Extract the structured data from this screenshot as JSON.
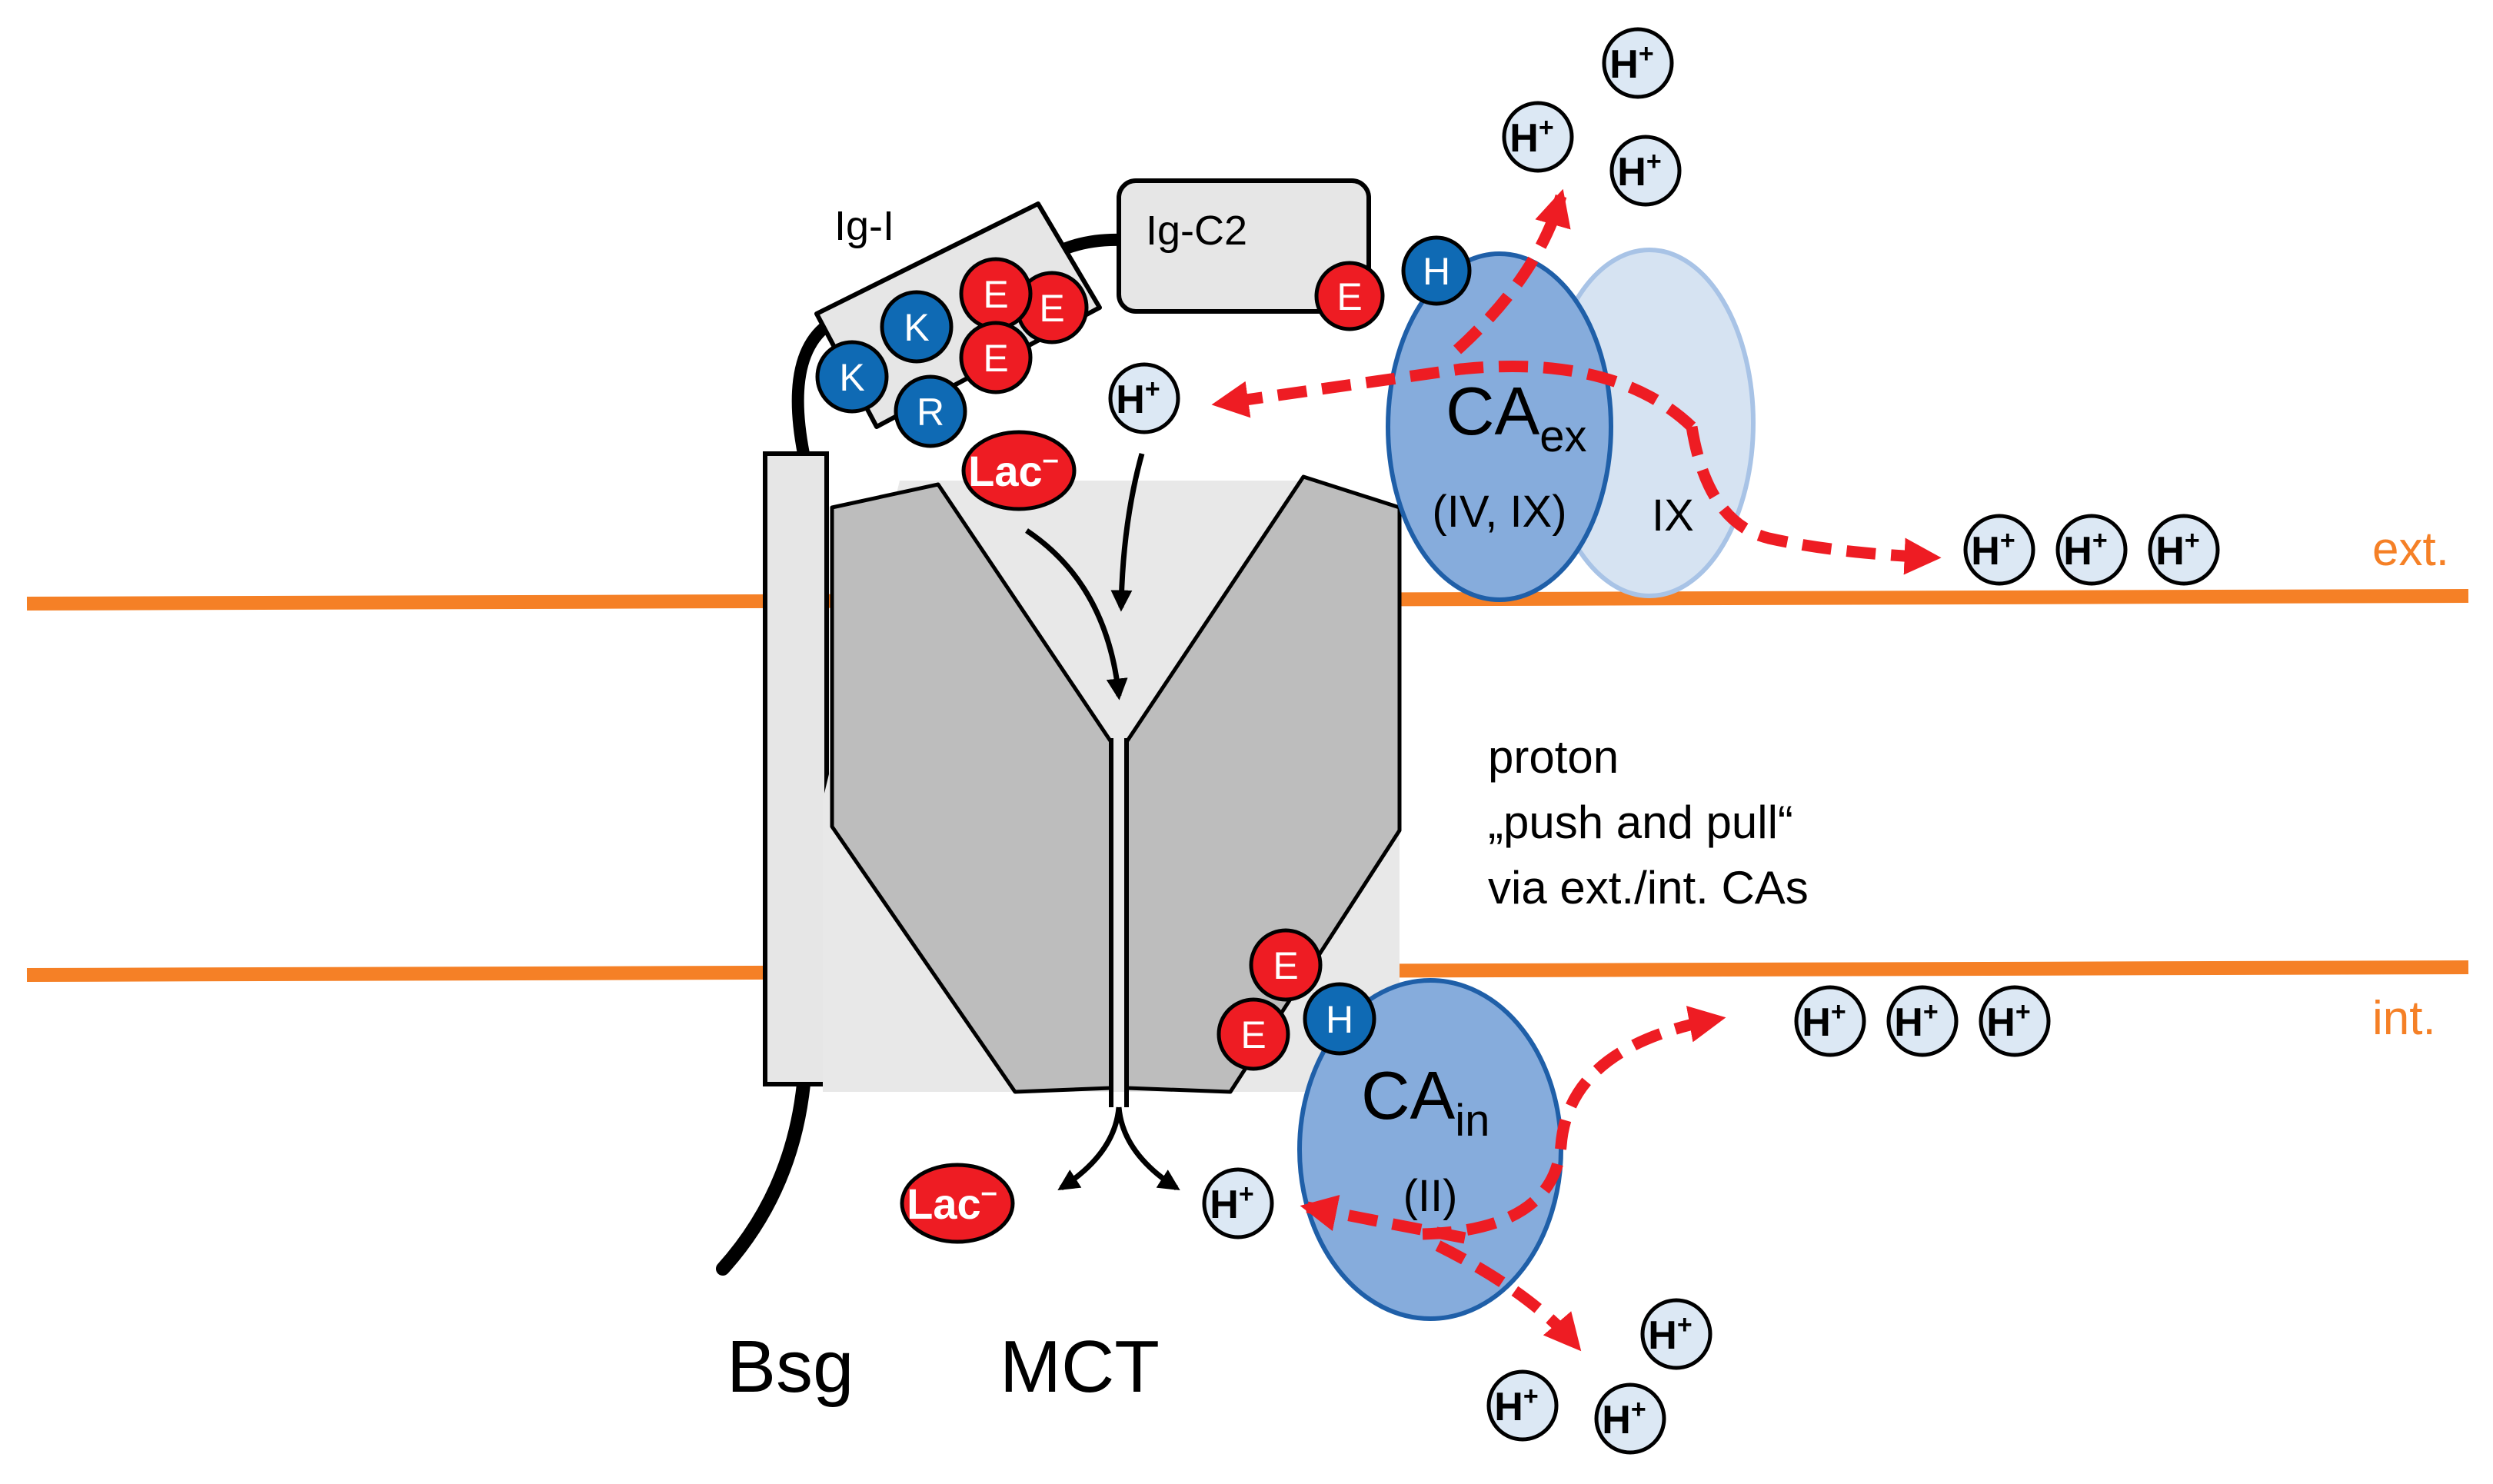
{
  "colors": {
    "membrane": "#f58026",
    "residue_acidic": "#ee1c23",
    "residue_basic": "#0f6ab4",
    "proton_fill": "#dce8f4",
    "ca_fill": "#86acdc",
    "ca_stroke": "#1f5fa8",
    "ca_ix_fill": "#d6e3f2",
    "ca_ix_stroke": "#a8c3e6",
    "mct_fill": "#bdbdbd",
    "bsg_fill": "#e6e6e6",
    "flow_arrow": "#ee1c23"
  },
  "labels": {
    "ext": "ext.",
    "int": "int.",
    "bsg": "Bsg",
    "mct": "MCT",
    "ig1": "Ig-I",
    "igc2": "Ig-C2",
    "note_line1": "proton",
    "note_line2": "„push and pull“",
    "note_line3": "via ext./int. CAs"
  },
  "ca_ex": {
    "main": "CA",
    "sub": "ex",
    "isoforms": "(IV, IX)",
    "ix": "IX"
  },
  "ca_in": {
    "main": "CA",
    "sub": "in",
    "isoforms": "(II)"
  },
  "proton": {
    "main": "H",
    "sup": "+"
  },
  "lactate": {
    "main": "Lac",
    "sup": "–"
  },
  "residues": {
    "ig1": [
      "K",
      "K",
      "R",
      "E",
      "E",
      "E"
    ],
    "igc2": [
      "E",
      "H"
    ],
    "mct": [
      "E",
      "E",
      "H"
    ]
  }
}
